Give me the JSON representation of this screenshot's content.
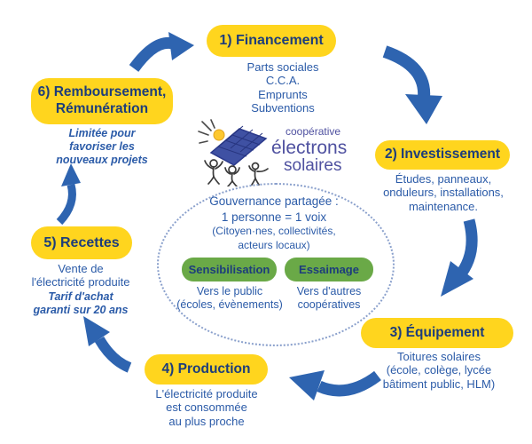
{
  "colors": {
    "yellow": "#ffd51e",
    "navy": "#1d3d7b",
    "text_blue": "#2b5ba8",
    "arrow_blue": "#2e64b0",
    "green": "#6aa947",
    "logo_purple": "#4f51a0"
  },
  "logo": {
    "top": "coopérative",
    "mid": "électrons",
    "bottom": "solaires"
  },
  "stages": [
    {
      "label": "1) Financement",
      "description": "Parts sociales\nC.C.A.\nEmprunts\nSubventions"
    },
    {
      "label": "2) Investissement",
      "description": "Études, panneaux,\nonduleurs, installations,\nmaintenance."
    },
    {
      "label": "3) Équipement",
      "description": "Toitures solaires\n(école, colège, lycée\nbâtiment public, HLM)"
    },
    {
      "label": "4) Production",
      "description": "L'électricité produite\nest consommée\nau plus proche"
    },
    {
      "label": "5) Recettes",
      "description": "Vente de\nl'électricité produite",
      "note": "Tarif d'achat\ngaranti sur 20 ans"
    },
    {
      "label": "6) Remboursement,\nRémunération",
      "note": "Limitée pour\nfavoriser les\nnouveaux projets"
    }
  ],
  "governance": {
    "title": "Gouvernance partagée :",
    "rule": "1 personne = 1 voix",
    "members": "(Citoyen·nes, collectivités,\nacteurs locaux)"
  },
  "actions": [
    {
      "label": "Sensibilisation",
      "description": "Vers le public\n(écoles, évènements)"
    },
    {
      "label": "Essaimage",
      "description": "Vers d'autres\ncoopératives"
    }
  ]
}
